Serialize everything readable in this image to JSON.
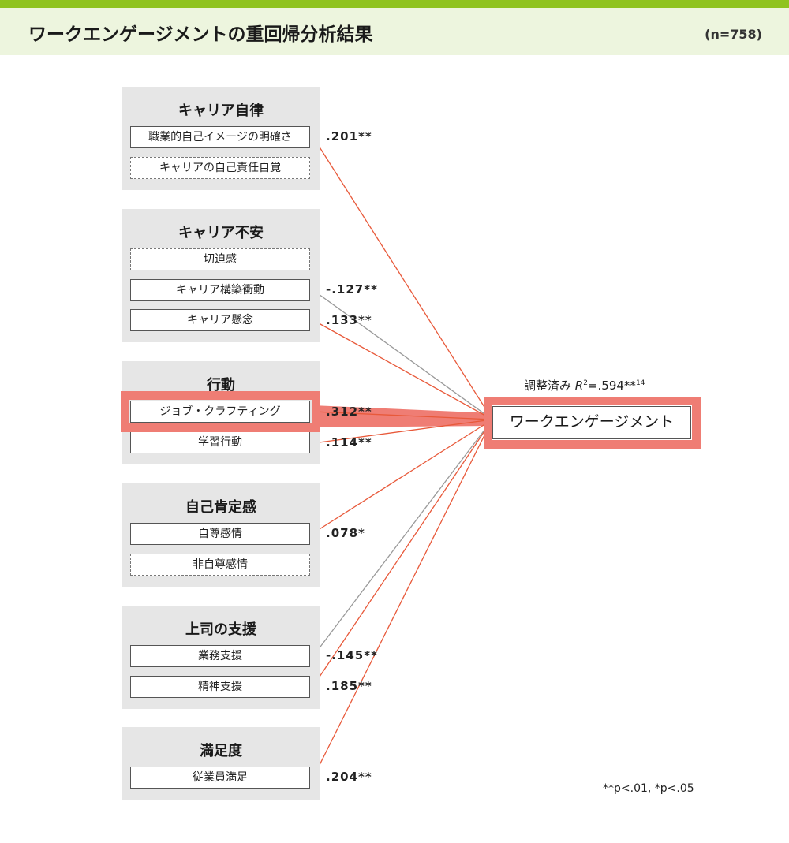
{
  "colors": {
    "accent_bar": "#8fc31f",
    "header_bg": "#edf5de",
    "highlight": "#ef7d74",
    "positive_line": "#e8593a",
    "negative_line": "#999999"
  },
  "header": {
    "title": "ワークエンゲージメントの重回帰分析結果",
    "n_label": "(n=758)"
  },
  "groups": [
    {
      "title": "キャリア自律",
      "items": [
        {
          "label": "職業的自己イメージの明確さ",
          "significant": true,
          "coef": ".201**"
        },
        {
          "label": "キャリアの自己責任自覚",
          "significant": false
        }
      ]
    },
    {
      "title": "キャリア不安",
      "items": [
        {
          "label": "切迫感",
          "significant": false
        },
        {
          "label": "キャリア構築衝動",
          "significant": true,
          "coef": "-.127**"
        },
        {
          "label": "キャリア懸念",
          "significant": true,
          "coef": ".133**"
        }
      ]
    },
    {
      "title": "行動",
      "items": [
        {
          "label": "ジョブ・クラフティング",
          "significant": true,
          "coef": ".312**",
          "highlight": true
        },
        {
          "label": "学習行動",
          "significant": true,
          "coef": ".114**"
        }
      ]
    },
    {
      "title": "自己肯定感",
      "items": [
        {
          "label": "自尊感情",
          "significant": true,
          "coef": ".078*"
        },
        {
          "label": "非自尊感情",
          "significant": false
        }
      ]
    },
    {
      "title": "上司の支援",
      "items": [
        {
          "label": "業務支援",
          "significant": true,
          "coef": "-.145**"
        },
        {
          "label": "精神支援",
          "significant": true,
          "coef": ".185**"
        }
      ]
    },
    {
      "title": "満足度",
      "items": [
        {
          "label": "従業員満足",
          "significant": true,
          "coef": ".204**"
        }
      ]
    }
  ],
  "target": {
    "label": "ワークエンゲージメント",
    "r2_prefix": "調整済み",
    "r2_symbol": "R",
    "r2_exponent": "2",
    "r2_value": "=.594**",
    "r2_footnote": "14"
  },
  "footnote": "**p<.01, *p<.05"
}
